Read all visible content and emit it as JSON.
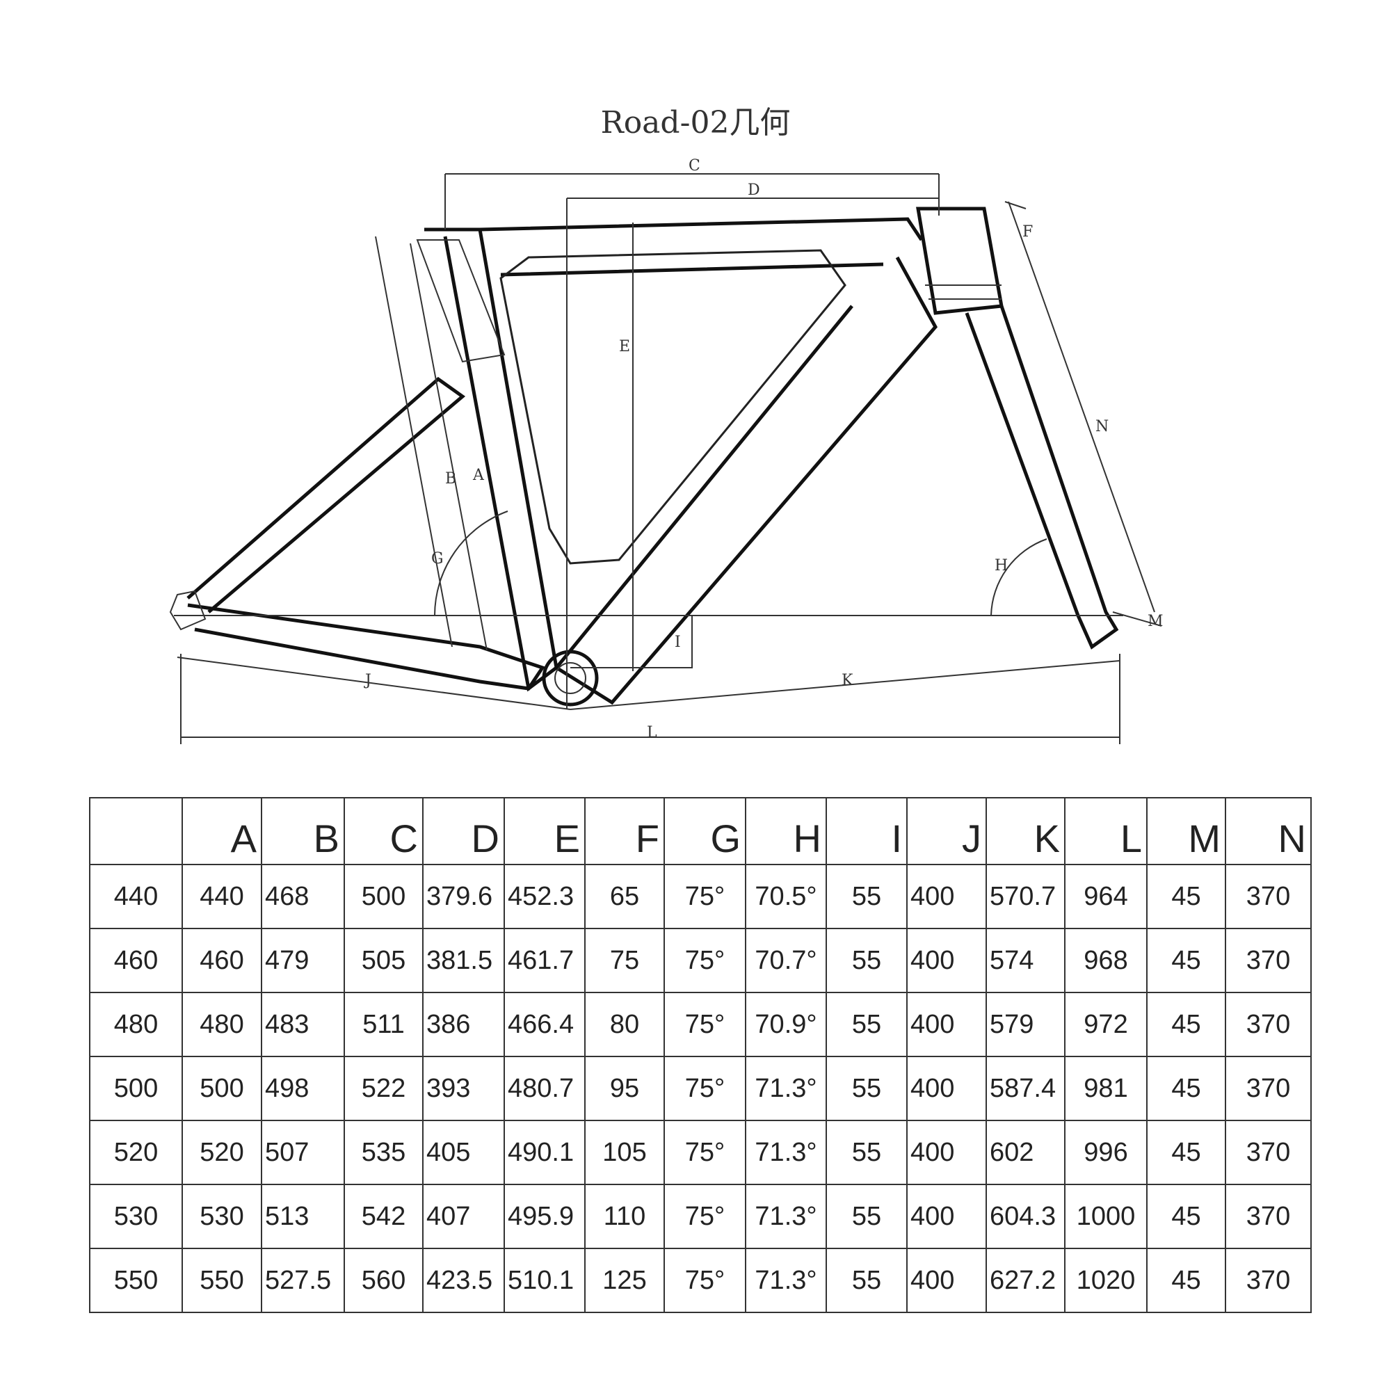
{
  "title": "Road-02几何",
  "diagram_labels": [
    "A",
    "B",
    "C",
    "D",
    "E",
    "F",
    "G",
    "H",
    "I",
    "J",
    "K",
    "L",
    "M",
    "N"
  ],
  "table": {
    "columns": [
      "",
      "A",
      "B",
      "C",
      "D",
      "E",
      "F",
      "G",
      "H",
      "I",
      "J",
      "K",
      "L",
      "M",
      "N"
    ],
    "rows": [
      [
        "440",
        "440",
        "468",
        "500",
        "379.6",
        "452.3",
        "65",
        "75°",
        "70.5°",
        "55",
        "400",
        "570.7",
        "964",
        "45",
        "370"
      ],
      [
        "460",
        "460",
        "479",
        "505",
        "381.5",
        "461.7",
        "75",
        "75°",
        "70.7°",
        "55",
        "400",
        "574",
        "968",
        "45",
        "370"
      ],
      [
        "480",
        "480",
        "483",
        "511",
        "386",
        "466.4",
        "80",
        "75°",
        "70.9°",
        "55",
        "400",
        "579",
        "972",
        "45",
        "370"
      ],
      [
        "500",
        "500",
        "498",
        "522",
        "393",
        "480.7",
        "95",
        "75°",
        "71.3°",
        "55",
        "400",
        "587.4",
        "981",
        "45",
        "370"
      ],
      [
        "520",
        "520",
        "507",
        "535",
        "405",
        "490.1",
        "105",
        "75°",
        "71.3°",
        "55",
        "400",
        "602",
        "996",
        "45",
        "370"
      ],
      [
        "530",
        "530",
        "513",
        "542",
        "407",
        "495.9",
        "110",
        "75°",
        "71.3°",
        "55",
        "400",
        "604.3",
        "1000",
        "45",
        "370"
      ],
      [
        "550",
        "550",
        "527.5",
        "560",
        "423.5",
        "510.1",
        "125",
        "75°",
        "71.3°",
        "55",
        "400",
        "627.2",
        "1020",
        "45",
        "370"
      ]
    ]
  }
}
